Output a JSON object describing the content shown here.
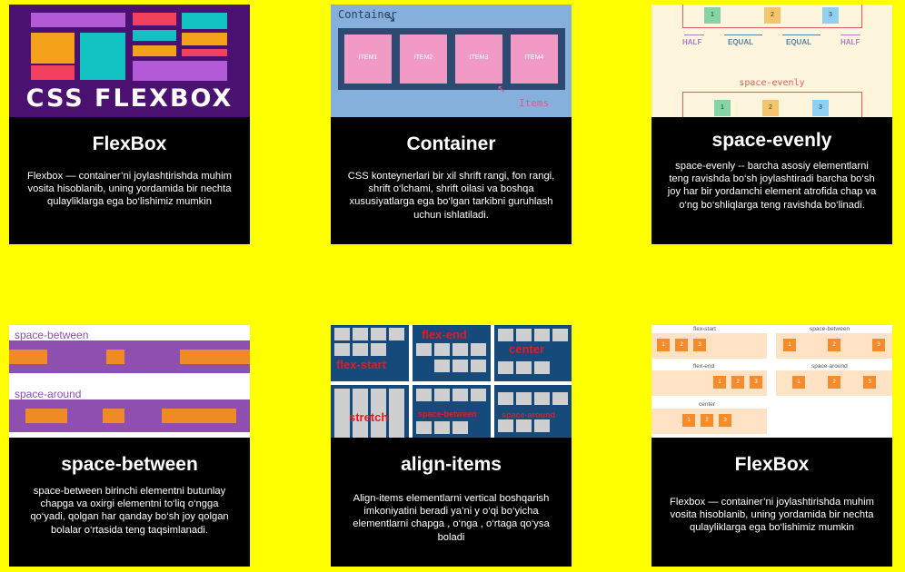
{
  "cards": [
    {
      "title": "FlexBox",
      "desc": "Flexbox — container’ni joylashtirishda muhim vosita hisoblanib, uning yordamida bir nechta qulayliklarga ega bo‘lishimiz mumkin",
      "thumb": {
        "banner": "CSS FLEXBOX"
      }
    },
    {
      "title": "Container",
      "desc": "CSS konteynerlari bir xil shrift rangi, fon rangi, shrift o‘lchami, shrift oilasi va boshqa xususiyatlarga ega bo‘lgan tarkibni guruhlash uchun ishlatiladi.",
      "thumb": {
        "container_label": "Container",
        "items_label": "Items",
        "items": [
          "ITEM1",
          "ITEM2",
          "ITEM3",
          "ITEM4"
        ]
      }
    },
    {
      "title": "space-evenly",
      "desc": "space-evenly --  barcha asosiy elementlarni teng ravishda bo‘sh joylashtiradi barcha bo‘sh joy har bir yordamchi element atrofida chap va o‘ng bo‘shliqlarga teng ravishda bo‘linadi.",
      "thumb": {
        "nums": [
          "1",
          "2",
          "3"
        ],
        "labels": [
          "HALF",
          "EQUAL",
          "EQUAL",
          "HALF"
        ],
        "mode": "space-evenly"
      }
    },
    {
      "title": "space-between",
      "desc": "space-between birinchi elementni butunlay chapga va oxirgi elementni to‘liq o‘ngga qo‘yadi, qolgan har qanday bo‘sh joy qolgan bolalar o‘rtasida teng taqsimlanadi.",
      "thumb": {
        "label1": "space-between",
        "label2": "space-around"
      }
    },
    {
      "title": "align-items",
      "desc": "Align-items elementlarni vertical boshqarish imkoniyatini beradi ya’ni y o‘qi bo‘yicha elementlarni chapga , o‘nga , o‘rtaga qo‘ysa boladi",
      "thumb": {
        "labels": [
          "flex-start",
          "flex-end",
          "center",
          "stretch",
          "space-between",
          "space-around"
        ]
      }
    },
    {
      "title": "FlexBox",
      "desc": "Flexbox — container’ni joylashtirishda muhim vosita hisoblanib, uning yordamida bir nechta qulayliklarga ega bo‘lishimiz mumkin",
      "thumb": {
        "labels": [
          "flex-start",
          "space-between",
          "flex-end",
          "space-around",
          "center"
        ],
        "nums": [
          "1",
          "2",
          "3"
        ]
      }
    }
  ]
}
